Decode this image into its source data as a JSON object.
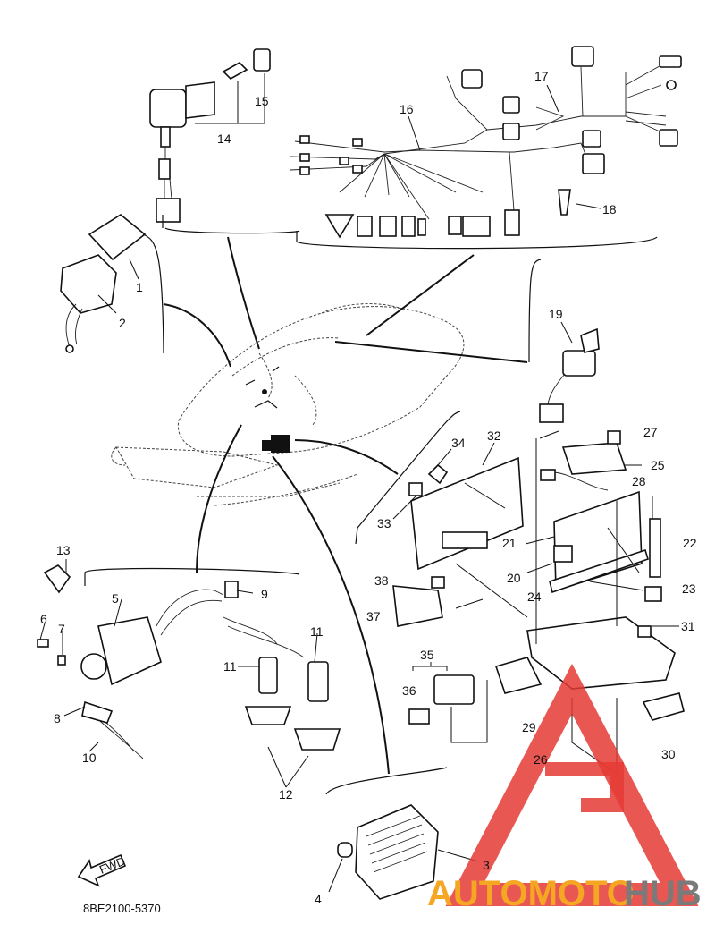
{
  "labels": {
    "c1": "1",
    "c2": "2",
    "c3": "3",
    "c4": "4",
    "c5": "5",
    "c6": "6",
    "c7": "7",
    "c8": "8",
    "c9": "9",
    "c10": "10",
    "c11a": "11",
    "c11b": "11",
    "c12": "12",
    "c13": "13",
    "c14": "14",
    "c15": "15",
    "c16": "16",
    "c17": "17",
    "c18": "18",
    "c19": "19",
    "c20": "20",
    "c21": "21",
    "c22": "22",
    "c23": "23",
    "c24": "24",
    "c25": "25",
    "c26": "26",
    "c27": "27",
    "c28": "28",
    "c29": "29",
    "c30": "30",
    "c31": "31",
    "c32": "32",
    "c33": "33",
    "c34": "34",
    "c35": "35",
    "c36": "36",
    "c37": "37",
    "c38": "38"
  },
  "reference_code": "8BE2100-5370",
  "fwd_label": "FWD",
  "watermark": {
    "part1": "AUTOMOTO",
    "part2": "HUB"
  },
  "colors": {
    "ink": "#111111",
    "watermark_red": "#e53935",
    "watermark_orange": "#f5a623",
    "watermark_gray": "#7a7a7a"
  }
}
